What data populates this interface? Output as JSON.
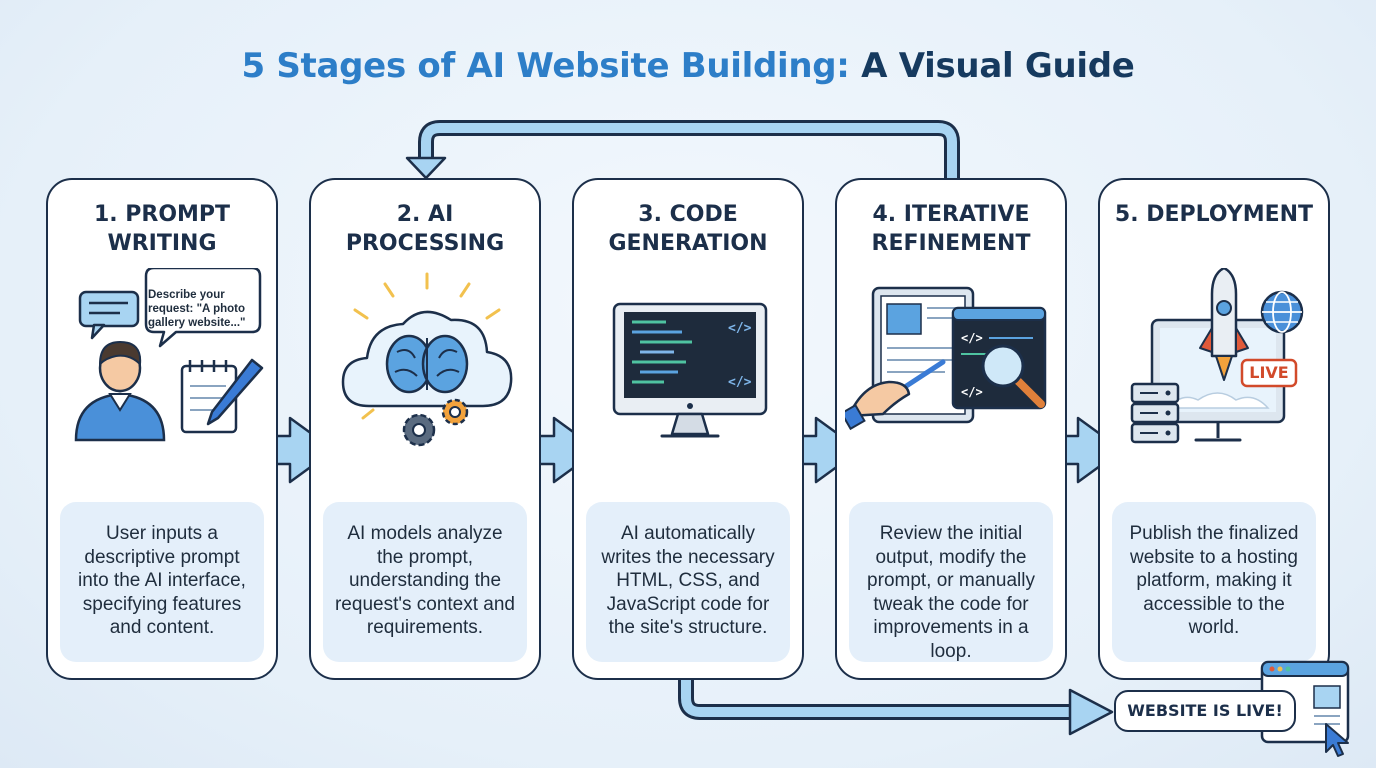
{
  "title": {
    "part1": "5 Stages of AI Website Building:",
    "part2": "A Visual Guide"
  },
  "stages": [
    {
      "title": "1. PROMPT\nWRITING",
      "description": "User inputs a descriptive prompt into the AI interface, specifying features and content.",
      "bubble_text": "Describe your request: \"A photo gallery website...\""
    },
    {
      "title": "2. AI\nPROCESSING",
      "description": "AI models analyze the prompt, understanding the request's context and requirements."
    },
    {
      "title": "3. CODE\nGENERATION",
      "description": "AI automatically writes the necessary HTML, CSS, and JavaScript code for the site's structure."
    },
    {
      "title": "4. ITERATIVE\nREFINEMENT",
      "description": "Review the initial output, modify the prompt, or manually tweak the code for improvements in a loop."
    },
    {
      "title": "5. DEPLOYMENT",
      "description": "Publish the finalized website to a hosting platform, making it accessible to the world.",
      "badge_text": "LIVE"
    }
  ],
  "final_badge": "WEBSITE IS LIVE!",
  "colors": {
    "title_blue": "#2d7ec8",
    "title_navy": "#163a5f",
    "arrow_fill": "#a8d4f2",
    "outline": "#1c2f4a",
    "desc_bg": "#e4effa"
  },
  "icons": [
    "chat-bubble-icon",
    "user-icon",
    "notepad-icon",
    "pen-icon",
    "brain-cloud-icon",
    "gear-icon",
    "monitor-code-icon",
    "tablet-icon",
    "magnifier-icon",
    "hand-stylus-icon",
    "rocket-icon",
    "globe-icon",
    "server-icon",
    "browser-window-icon",
    "cursor-icon"
  ]
}
